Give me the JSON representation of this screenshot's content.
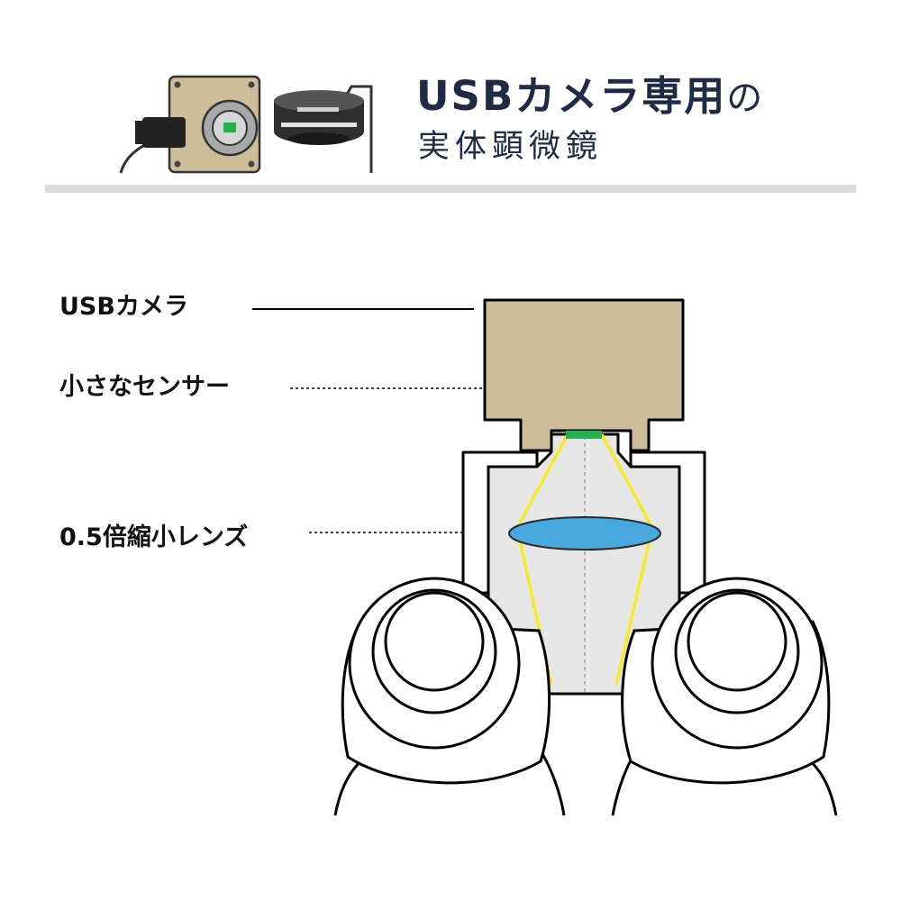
{
  "header": {
    "title_main": "USBカメラ専用",
    "title_particle": "の",
    "title_sub": "実体顕微鏡"
  },
  "labels": {
    "camera": "USBカメラ",
    "sensor": "小さなセンサー",
    "lens": "0.5倍縮小レンズ"
  },
  "colors": {
    "camera_body": "#cdbd99",
    "sensor": "#22b24c",
    "lens": "#48a9e0",
    "light_path": "#f5e92a",
    "tube_fill": "#e6e6e6",
    "title_text": "#1f2a44",
    "divider": "#d9dadb"
  },
  "icons": [
    "usb-camera-icon",
    "camera-adapter-icon",
    "usb-cable-icon"
  ]
}
